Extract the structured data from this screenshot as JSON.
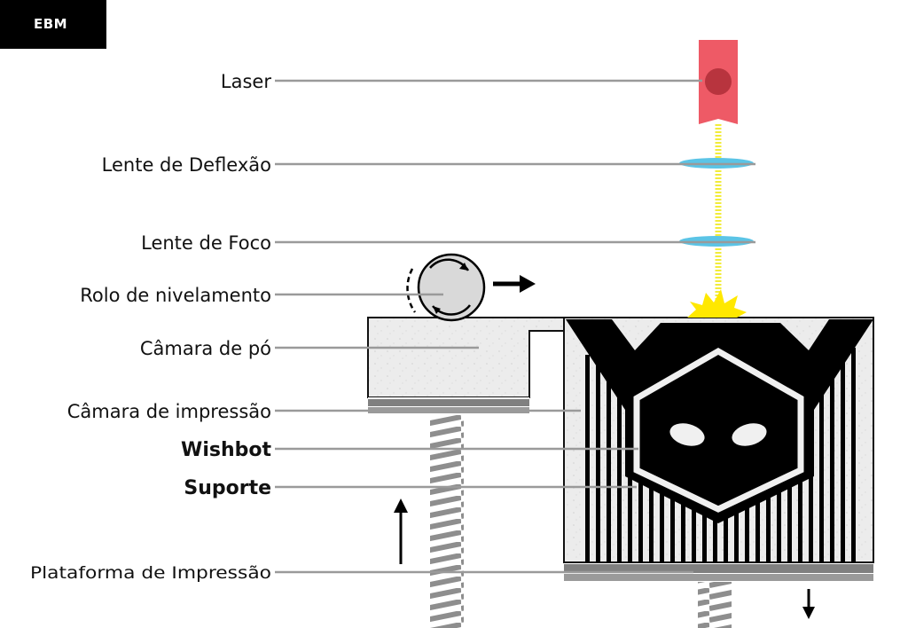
{
  "badge": {
    "text": "EBM"
  },
  "labels": {
    "laser": "Laser",
    "deflection_lens": "Lente de Deflexão",
    "focus_lens": "Lente de Foco",
    "leveling_roller": "Rolo de nivelamento",
    "powder_chamber": "Câmara de pó",
    "print_chamber": "Câmara de impressão",
    "wishbot": "Wishbot",
    "support": "Suporte",
    "print_platform": "Plataforma de Impressão"
  },
  "colors": {
    "laser_body": "#ee5a66",
    "laser_dot": "#b8343e",
    "beam": "#f2ec3a",
    "lens": "#5bc4e6",
    "spark": "#ffe800",
    "powder": "#ececec",
    "plate": "#8a8a8a",
    "leader": "#9a9a9a"
  },
  "icons": {
    "roller_direction": "arrow-right-icon",
    "powder_piston_direction": "arrow-up-icon",
    "build_piston_direction": "arrow-down-icon"
  }
}
